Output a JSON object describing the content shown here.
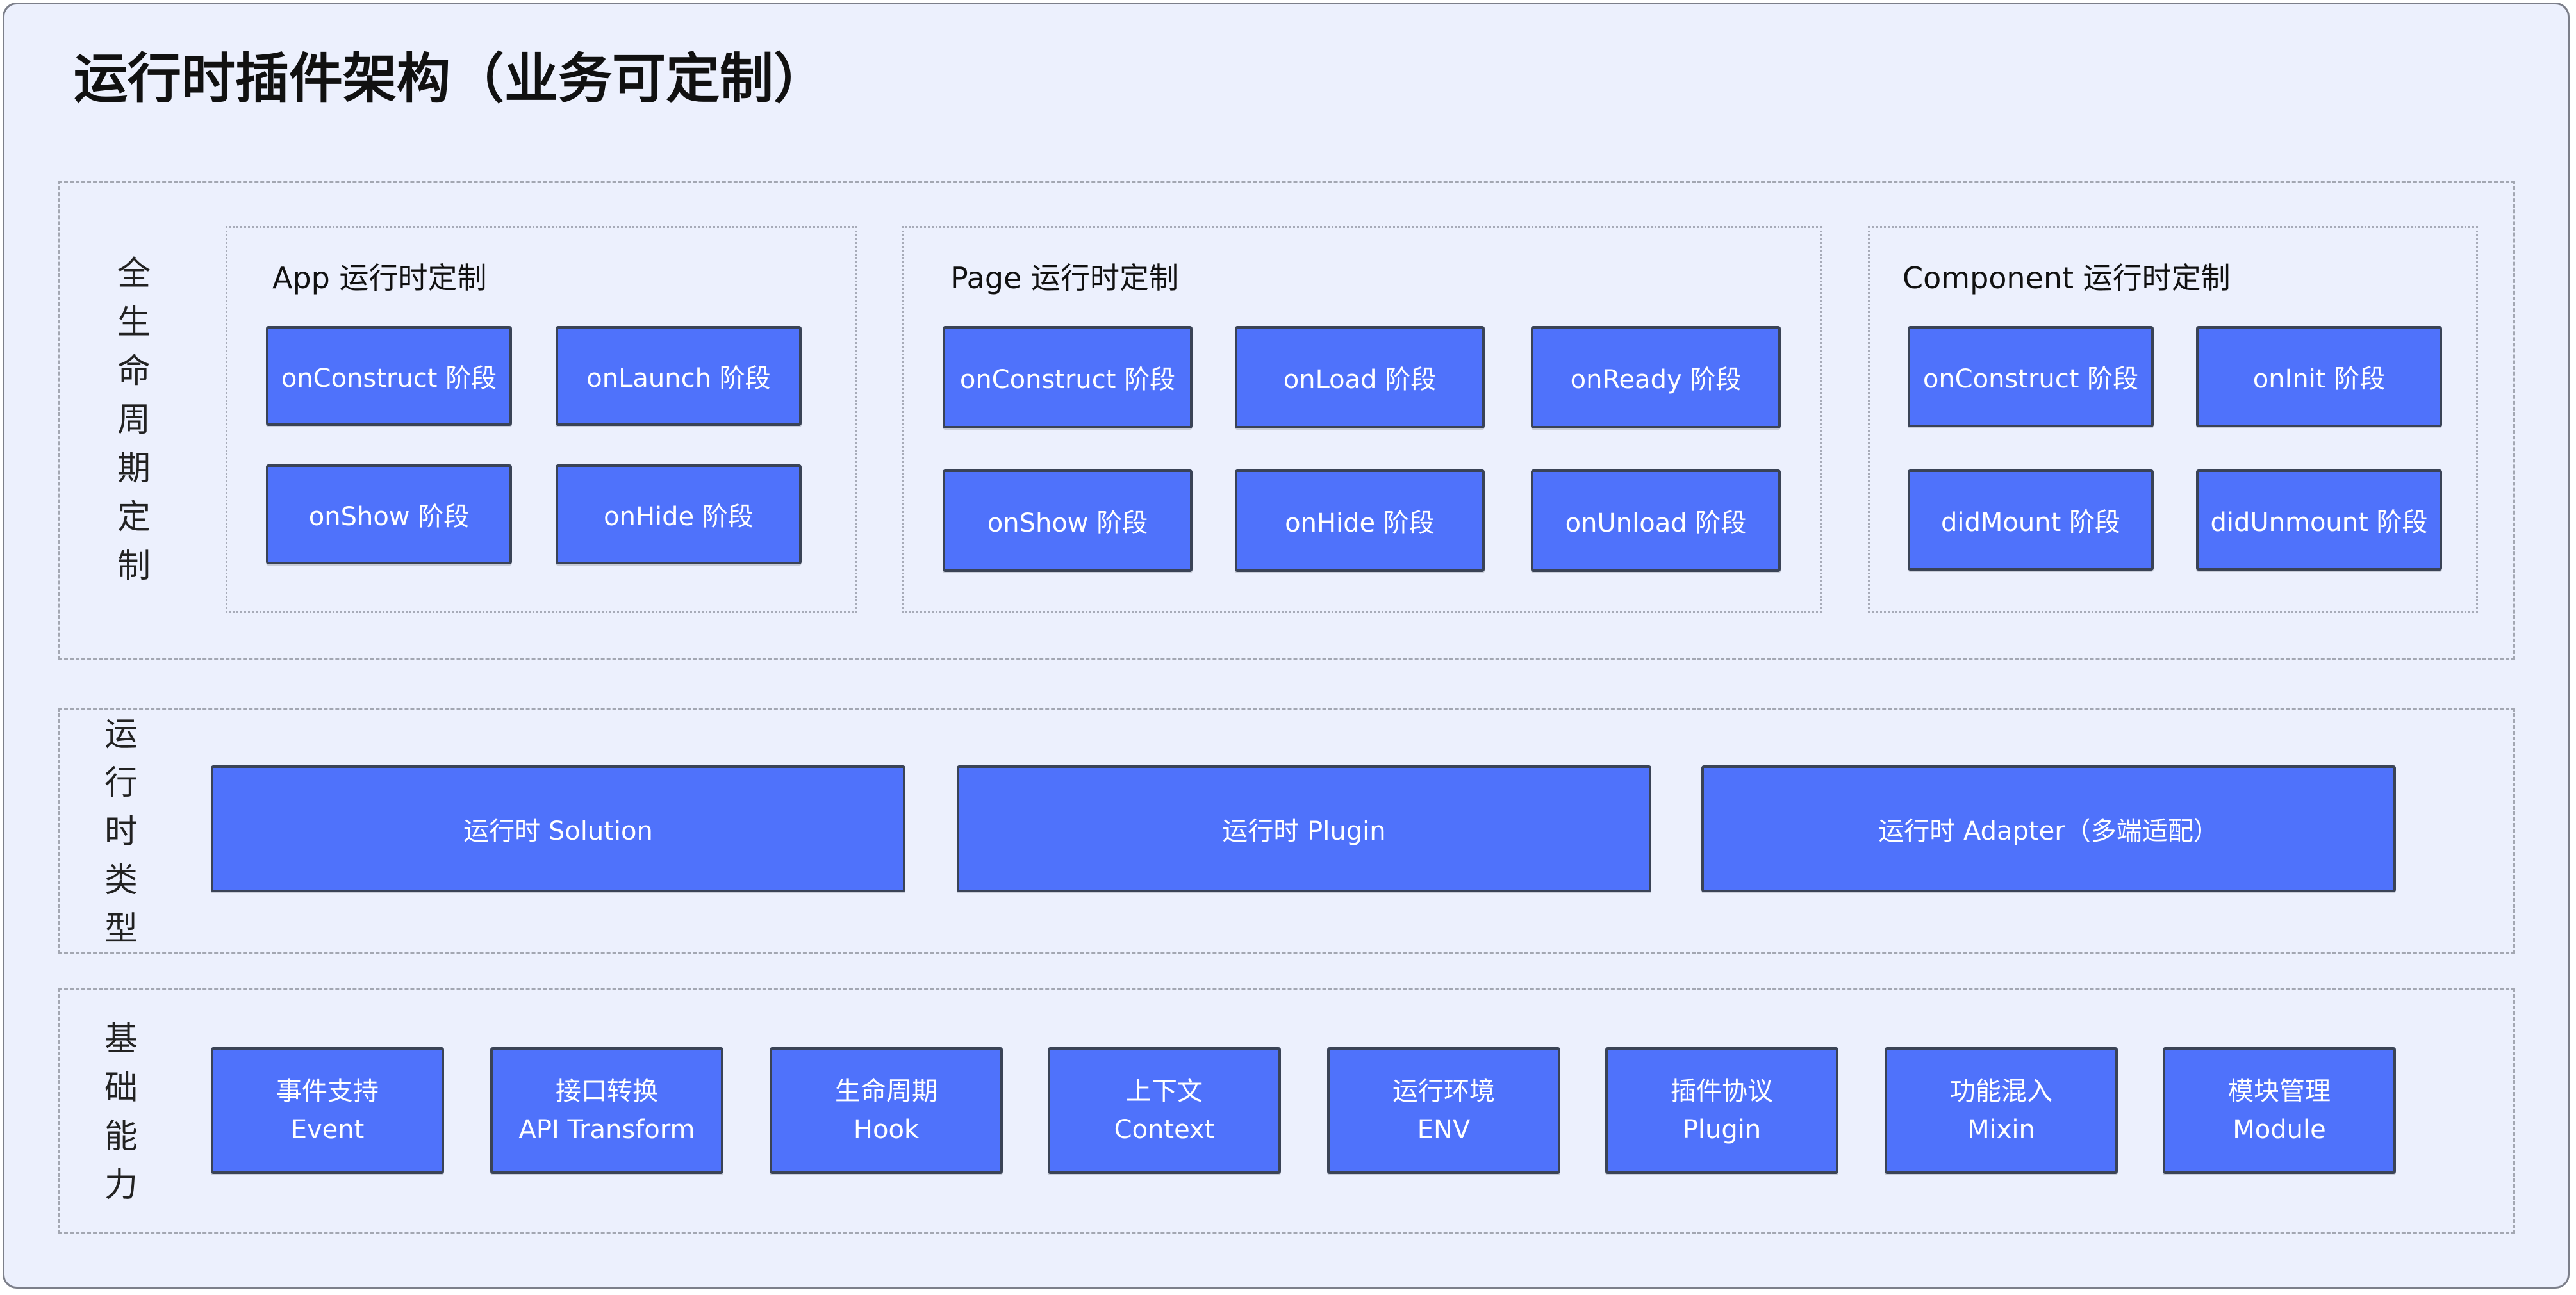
{
  "title": "运行时插件架构（业务可定制）",
  "colors": {
    "box_fill": "#4f72fb",
    "box_border": "#3a4356",
    "background": "#ecf0fd"
  },
  "lifecycle": {
    "label": "全生命周期定制",
    "app": {
      "title": "App 运行时定制",
      "stages": [
        "onConstruct 阶段",
        "onLaunch 阶段",
        "onShow 阶段",
        "onHide 阶段"
      ]
    },
    "page": {
      "title": "Page 运行时定制",
      "stages": [
        "onConstruct 阶段",
        "onLoad 阶段",
        "onReady 阶段",
        "onShow 阶段",
        "onHide 阶段",
        "onUnload 阶段"
      ]
    },
    "component": {
      "title": "Component 运行时定制",
      "stages": [
        "onConstruct 阶段",
        "onInit 阶段",
        "didMount 阶段",
        "didUnmount 阶段"
      ]
    }
  },
  "runtime_types": {
    "label": "运行时类型",
    "items": [
      "运行时 Solution",
      "运行时 Plugin",
      "运行时 Adapter（多端适配）"
    ]
  },
  "base": {
    "label": "基础能力",
    "items": [
      {
        "cn": "事件支持",
        "en": "Event"
      },
      {
        "cn": "接口转换",
        "en": "API Transform"
      },
      {
        "cn": "生命周期",
        "en": "Hook"
      },
      {
        "cn": "上下文",
        "en": "Context"
      },
      {
        "cn": "运行环境",
        "en": "ENV"
      },
      {
        "cn": "插件协议",
        "en": "Plugin"
      },
      {
        "cn": "功能混入",
        "en": "Mixin"
      },
      {
        "cn": "模块管理",
        "en": "Module"
      }
    ]
  }
}
